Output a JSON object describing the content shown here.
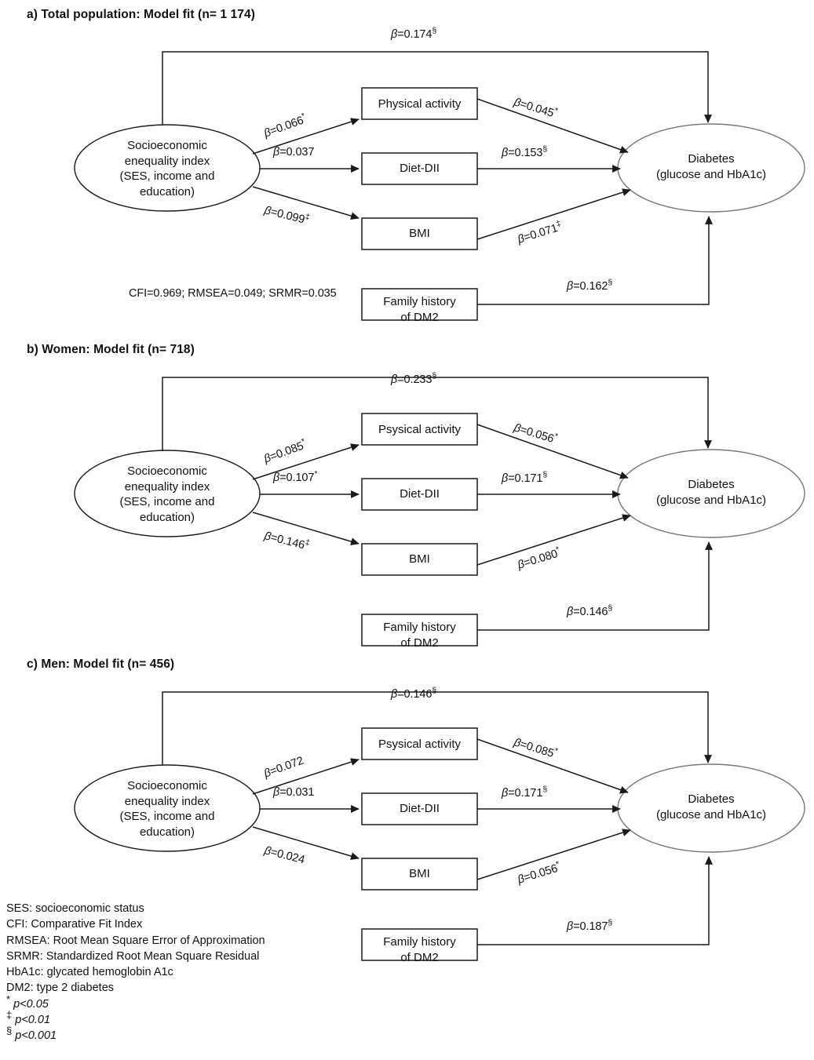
{
  "figure": {
    "type": "path-diagram",
    "panels": [
      {
        "id": "a",
        "title": "a) Total population: Model fit (n= 1 174)",
        "fit_text": "CFI=0.969; RMSEA=0.049; SRMR=0.035",
        "nodes": {
          "exposure": "Socioeconomic\nenequality index\n(SES, income and\neducation)",
          "mediator1": "Physical activity",
          "mediator2": "Diet-DII",
          "mediator3": "BMI",
          "covariate": "Family history\nof DM2",
          "outcome": "Diabetes\n(glucose and HbA1c)"
        },
        "paths": {
          "direct": {
            "label": "β=0.174",
            "sup": "§",
            "value": 0.174,
            "sig": "p<0.001"
          },
          "ses_to_pa": {
            "label": "β=0.066",
            "sup": "*",
            "value": 0.066,
            "sig": "p<0.05"
          },
          "ses_to_diet": {
            "label": "β=0.037",
            "sup": "",
            "value": 0.037,
            "sig": "ns"
          },
          "ses_to_bmi": {
            "label": "β=0.099",
            "sup": "‡",
            "value": 0.099,
            "sig": "p<0.01"
          },
          "pa_to_dm": {
            "label": "β=0.045",
            "sup": "*",
            "value": 0.045,
            "sig": "p<0.05"
          },
          "diet_to_dm": {
            "label": "β=0.153",
            "sup": "§",
            "value": 0.153,
            "sig": "p<0.001"
          },
          "bmi_to_dm": {
            "label": "β=0.071",
            "sup": "‡",
            "value": 0.071,
            "sig": "p<0.01"
          },
          "fam_to_dm": {
            "label": "β=0.162",
            "sup": "§",
            "value": 0.162,
            "sig": "p<0.001"
          }
        }
      },
      {
        "id": "b",
        "title": "b) Women: Model fit (n= 718)",
        "fit_text": "",
        "nodes": {
          "exposure": "Socioeconomic\nenequality index\n(SES, income and\neducation)",
          "mediator1": "Psysical activity",
          "mediator2": "Diet-DII",
          "mediator3": "BMI",
          "covariate": "Family history\nof DM2",
          "outcome": "Diabetes\n(glucose and HbA1c)"
        },
        "paths": {
          "direct": {
            "label": "β=0.233",
            "sup": "§",
            "value": 0.233,
            "sig": "p<0.001"
          },
          "ses_to_pa": {
            "label": "β=0.085",
            "sup": "*",
            "value": 0.085,
            "sig": "p<0.05"
          },
          "ses_to_diet": {
            "label": "β=0.107",
            "sup": "*",
            "value": 0.107,
            "sig": "p<0.05"
          },
          "ses_to_bmi": {
            "label": "β=0.146",
            "sup": "‡",
            "value": 0.146,
            "sig": "p<0.01"
          },
          "pa_to_dm": {
            "label": "β=0.056",
            "sup": "*",
            "value": 0.056,
            "sig": "p<0.05"
          },
          "diet_to_dm": {
            "label": "β=0.171",
            "sup": "§",
            "value": 0.171,
            "sig": "p<0.001"
          },
          "bmi_to_dm": {
            "label": "β=0.080",
            "sup": "*",
            "value": 0.08,
            "sig": "p<0.05"
          },
          "fam_to_dm": {
            "label": "β=0.146",
            "sup": "§",
            "value": 0.146,
            "sig": "p<0.001"
          }
        }
      },
      {
        "id": "c",
        "title": "c) Men: Model fit (n= 456)",
        "fit_text": "",
        "nodes": {
          "exposure": "Socioeconomic\nenequality index\n(SES, income and\neducation)",
          "mediator1": "Psysical activity",
          "mediator2": "Diet-DII",
          "mediator3": "BMI",
          "covariate": "Family history\nof DM2",
          "outcome": "Diabetes\n(glucose and HbA1c)"
        },
        "paths": {
          "direct": {
            "label": "β=0.146",
            "sup": "§",
            "value": 0.146,
            "sig": "p<0.001"
          },
          "ses_to_pa": {
            "label": "β=0.072",
            "sup": "",
            "value": 0.072,
            "sig": "ns"
          },
          "ses_to_diet": {
            "label": "β=0.031",
            "sup": "",
            "value": 0.031,
            "sig": "ns"
          },
          "ses_to_bmi": {
            "label": "β=0.024",
            "sup": "",
            "value": 0.024,
            "sig": "ns"
          },
          "pa_to_dm": {
            "label": "β=0.085",
            "sup": "*",
            "value": 0.085,
            "sig": "p<0.05"
          },
          "diet_to_dm": {
            "label": "β=0.171",
            "sup": "§",
            "value": 0.171,
            "sig": "p<0.001"
          },
          "bmi_to_dm": {
            "label": "β=0.056",
            "sup": "*",
            "value": 0.056,
            "sig": "p<0.05"
          },
          "fam_to_dm": {
            "label": "β=0.187",
            "sup": "§",
            "value": 0.187,
            "sig": "p<0.001"
          }
        }
      }
    ],
    "legend": [
      {
        "marker": "",
        "text": "SES: socioeconomic status",
        "italic": ""
      },
      {
        "marker": "",
        "text": "CFI: Comparative Fit Index",
        "italic": ""
      },
      {
        "marker": "",
        "text": "RMSEA: Root Mean Square Error of Approximation",
        "italic": ""
      },
      {
        "marker": "",
        "text": "SRMR: Standardized Root Mean Square Residual",
        "italic": ""
      },
      {
        "marker": "",
        "text": "HbA1c: glycated hemoglobin A1c",
        "italic": ""
      },
      {
        "marker": "",
        "text": "DM2: type 2 diabetes",
        "italic": ""
      },
      {
        "marker": "*",
        "text": "",
        "italic": "p<0.05"
      },
      {
        "marker": "‡",
        "text": "",
        "italic": "p<0.01"
      },
      {
        "marker": "§",
        "text": "",
        "italic": "p<0.001"
      }
    ],
    "colors": {
      "stroke": "#1a1a1a",
      "text": "#111111",
      "background": "#ffffff"
    }
  }
}
